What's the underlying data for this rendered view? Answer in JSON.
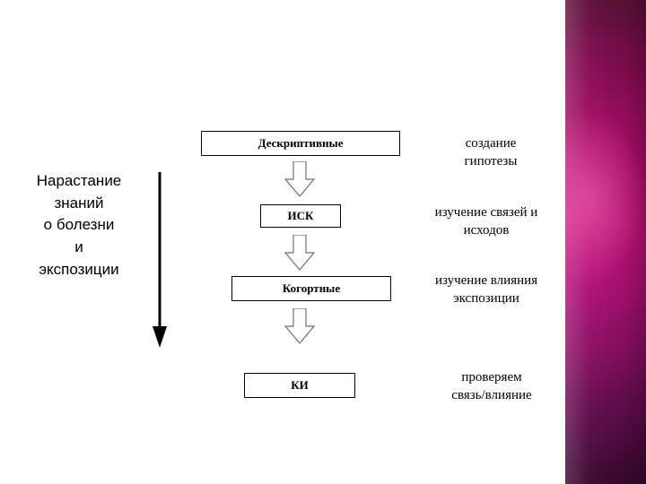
{
  "slide": {
    "left_column": {
      "lines": [
        "Нарастание",
        "знаний",
        "о болезни",
        "и",
        "экспозиции"
      ]
    },
    "flow": {
      "boxes": [
        {
          "id": "descriptive",
          "label": "Дескриптивные"
        },
        {
          "id": "isk",
          "label": "ИСК"
        },
        {
          "id": "cohort",
          "label": "Когортные"
        },
        {
          "id": "ki",
          "label": "КИ"
        }
      ],
      "connector_icon": "down-block-arrow-icon",
      "progress_icon": "down-arrow-icon"
    },
    "annotations": [
      {
        "id": "ann-1",
        "lines": [
          "создание",
          "гипотезы"
        ]
      },
      {
        "id": "ann-2",
        "lines": [
          "изучение связей и",
          "исходов"
        ]
      },
      {
        "id": "ann-3",
        "lines": [
          "изучение влияния",
          "экспозиции"
        ]
      },
      {
        "id": "ann-4",
        "lines": [
          "проверяем",
          "связь/влияние"
        ]
      }
    ]
  },
  "theme": {
    "background": "#ffffff",
    "band_accent": "#b60b6e",
    "box_border": "#000000",
    "text_color": "#000000"
  }
}
